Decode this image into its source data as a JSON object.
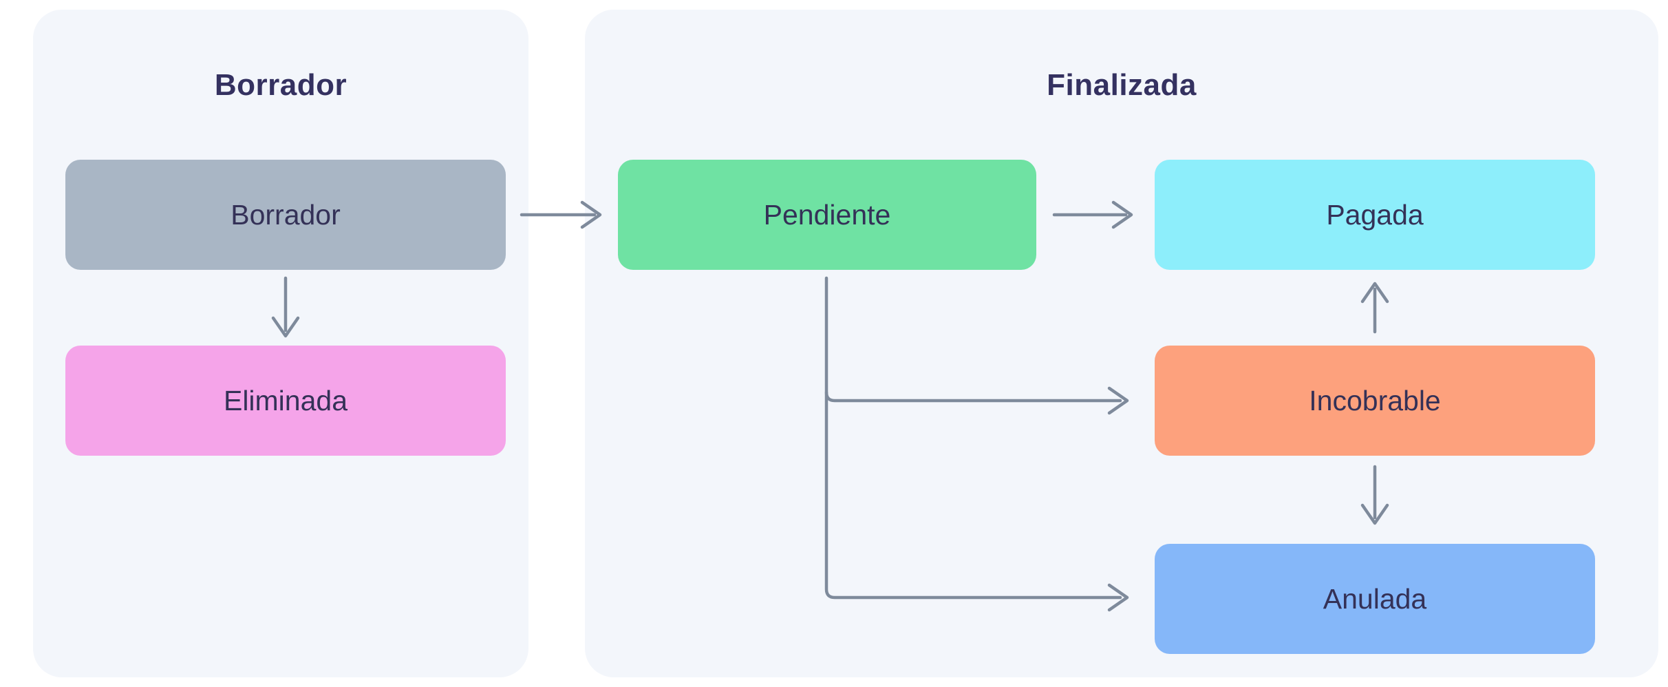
{
  "diagram": {
    "connector_color": "#7e8a9b",
    "panel_bg": "#f3f6fb",
    "title_color": "#343160",
    "label_color": "#343157",
    "panels": [
      {
        "title": "Borrador"
      },
      {
        "title": "Finalizada"
      }
    ],
    "nodes": {
      "borrador": {
        "label": "Borrador",
        "color": "#a9b6c5",
        "panel": "Borrador"
      },
      "eliminada": {
        "label": "Eliminada",
        "color": "#f5a4e9",
        "panel": "Borrador"
      },
      "pendiente": {
        "label": "Pendiente",
        "color": "#6fe2a3",
        "panel": "Finalizada"
      },
      "pagada": {
        "label": "Pagada",
        "color": "#8deefb",
        "panel": "Finalizada"
      },
      "incobrable": {
        "label": "Incobrable",
        "color": "#fda17d",
        "panel": "Finalizada"
      },
      "anulada": {
        "label": "Anulada",
        "color": "#85b7f9",
        "panel": "Finalizada"
      }
    },
    "edges": [
      {
        "from": "Borrador",
        "to": "Eliminada"
      },
      {
        "from": "Borrador",
        "to": "Pendiente"
      },
      {
        "from": "Pendiente",
        "to": "Pagada"
      },
      {
        "from": "Pendiente",
        "to": "Incobrable"
      },
      {
        "from": "Pendiente",
        "to": "Anulada"
      },
      {
        "from": "Incobrable",
        "to": "Pagada"
      },
      {
        "from": "Incobrable",
        "to": "Anulada"
      }
    ]
  }
}
